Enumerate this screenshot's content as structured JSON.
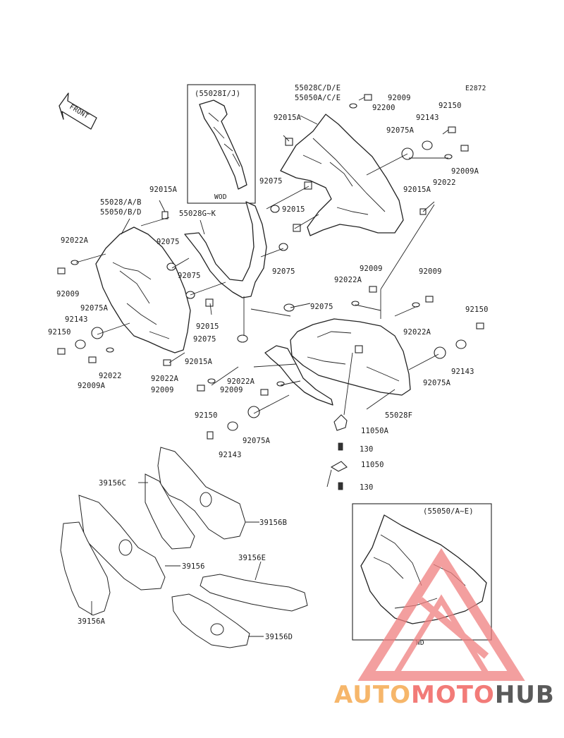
{
  "diagram_code": "E2872",
  "front_arrow": "FRONT",
  "inset_top": {
    "code": "(55028I/J)",
    "tag": "WOD"
  },
  "inset_bottom": {
    "code": "(55050/A~E)",
    "tag": "WD"
  },
  "labels": {
    "l55028cde": "55028C/D/E",
    "l55050ace": "55050A/C/E",
    "l92009_top": "92009",
    "l92200": "92200",
    "l92150_top": "92150",
    "l92143_top": "92143",
    "l92015a_top": "92015A",
    "l92075a_top": "92075A",
    "l92009a_top": "92009A",
    "l92022_top": "92022",
    "l92015a_right": "92015A",
    "l92075_upper": "92075",
    "l92015_mid": "92015",
    "l92015a_left": "92015A",
    "l55028ab": "55028/A/B",
    "l55050bd": "55050/B/D",
    "l55028gk": "55028G~K",
    "l92022a_left": "92022A",
    "l92075_left": "92075",
    "l92009_left": "92009",
    "l92075_mid": "92075",
    "l92075_center": "92075",
    "l92009_center": "92009",
    "l92022a_center": "92022A",
    "l92009_right": "92009",
    "l92075a_left": "92075A",
    "l92143_left": "92143",
    "l92015_low": "92015",
    "l92150_right": "92150",
    "l92150_left": "92150",
    "l92022a_right": "92022A",
    "l92075_low": "92075",
    "l92022_left": "92022",
    "l92009a_left": "92009A",
    "l92015a_low": "92015A",
    "l92143_right": "92143",
    "l92022a_low": "92022A",
    "l92009_low1": "92009",
    "l92009_low2": "92009",
    "l92022a_low2": "92022A",
    "l92075a_right": "92075A",
    "l55028f": "55028F",
    "l92150_low": "92150",
    "l92075a_low": "92075A",
    "l92143_low": "92143",
    "l11050a": "11050A",
    "l130_a": "130",
    "l11050": "11050",
    "l130_b": "130",
    "l39156c": "39156C",
    "l39156b": "39156B",
    "l39156": "39156",
    "l39156e": "39156E",
    "l39156a": "39156A",
    "l39156d": "39156D"
  },
  "watermark": {
    "part1": "AUTO",
    "part2": "MOTO",
    "part3": "HUB",
    "color1": "#f6b66a",
    "color2": "#f27b78",
    "color3": "#5a5a5a"
  }
}
